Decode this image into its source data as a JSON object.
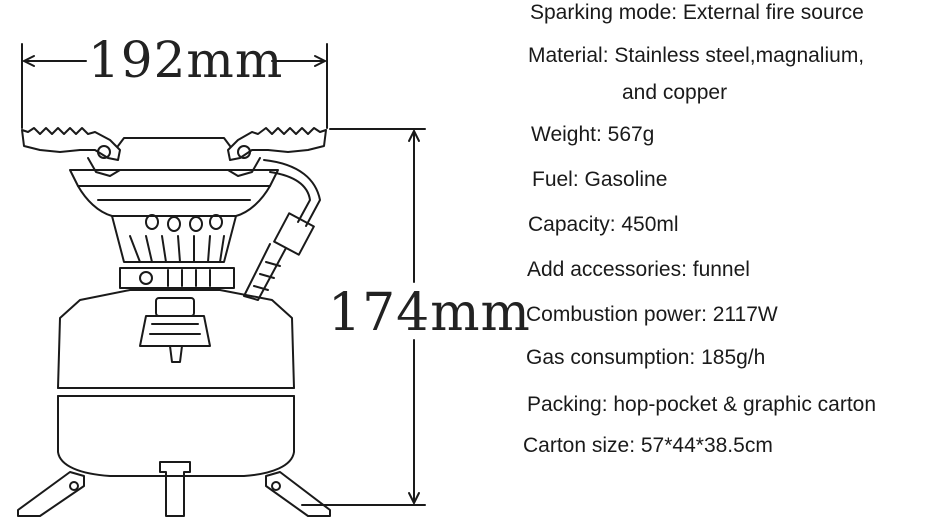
{
  "dimensions": {
    "width_label": "192mm",
    "height_label": "174mm"
  },
  "specs": [
    "Sparking mode: External fire source",
    "Material: Stainless steel,magnalium,",
    "and copper",
    "Weight: 567g",
    "Fuel: Gasoline",
    "Capacity: 450ml",
    "Add accessories: funnel",
    "Combustion power: 2117W",
    "Gas consumption: 185g/h",
    "Packing: hop-pocket & graphic carton",
    "Carton size: 57*44*38.5cm"
  ]
}
